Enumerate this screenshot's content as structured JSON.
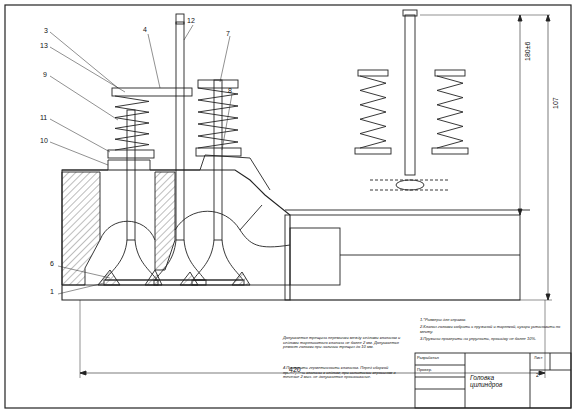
{
  "diagram": {
    "labels": [
      "3",
      "13",
      "9",
      "11",
      "10",
      "4",
      "12",
      "7",
      "8",
      "6",
      "1",
      "180±6",
      "107",
      "420",
      "Допускается трещина перемычки между седлами клапанов и седлами тарельчатого клапана не более 2 мм. Допускается ремонт головки при наличии трещин до 10 мм.",
      "4.Проверить герметичность клапанов. Перед сборкой притереть клапаны к седлам; при испытании керосином в течение 2 мин. не допускается просачивание.",
      "1.*Размеры для справок.",
      "2.Клапан головки собрать с пружиной и тарелкой, сухари установить по месту.",
      "3.Пружины проверить на упругость, просадку не более 10%.",
      "Головка цилиндров",
      "Разработал",
      "Провер.",
      "Лист",
      "2"
    ]
  }
}
